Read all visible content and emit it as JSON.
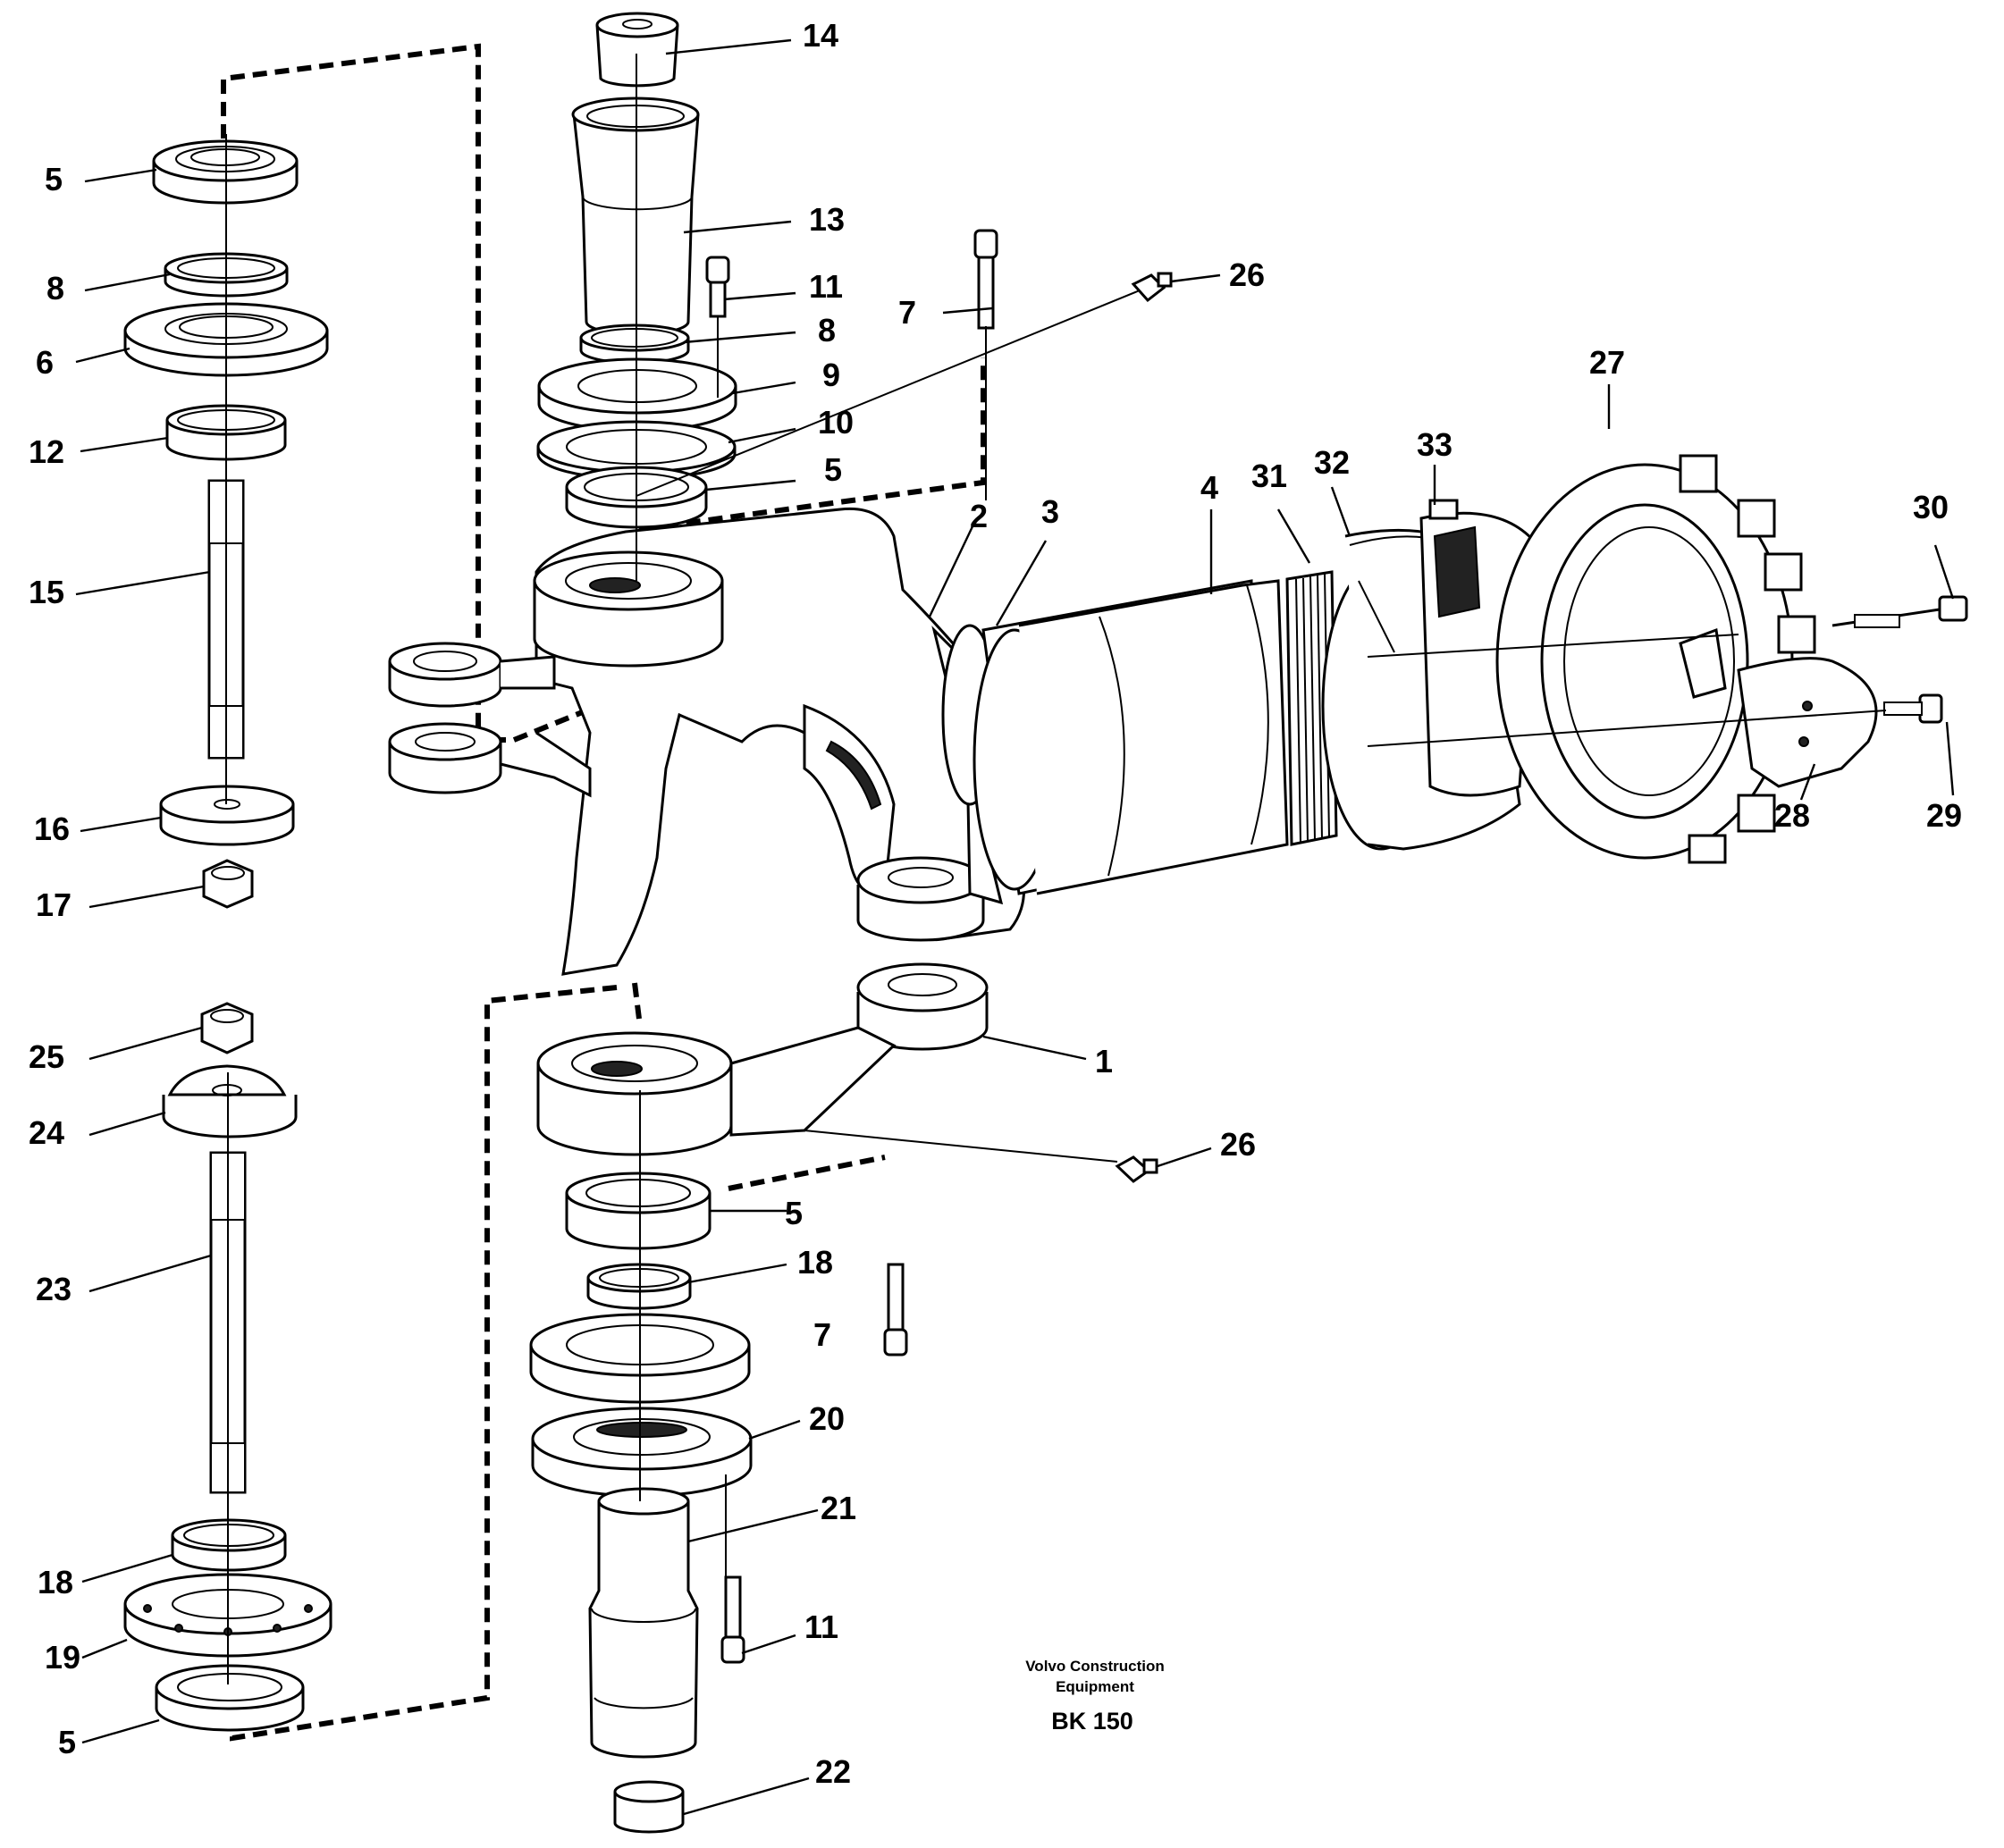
{
  "callouts": [
    {
      "id": "c1",
      "label": "1"
    },
    {
      "id": "c2",
      "label": "2"
    },
    {
      "id": "c3",
      "label": "3"
    },
    {
      "id": "c4",
      "label": "4"
    },
    {
      "id": "c5a",
      "label": "5"
    },
    {
      "id": "c5b",
      "label": "5"
    },
    {
      "id": "c5c",
      "label": "5"
    },
    {
      "id": "c5d",
      "label": "5"
    },
    {
      "id": "c6",
      "label": "6"
    },
    {
      "id": "c7a",
      "label": "7"
    },
    {
      "id": "c7b",
      "label": "7"
    },
    {
      "id": "c8a",
      "label": "8"
    },
    {
      "id": "c8b",
      "label": "8"
    },
    {
      "id": "c9",
      "label": "9"
    },
    {
      "id": "c10",
      "label": "10"
    },
    {
      "id": "c11a",
      "label": "11"
    },
    {
      "id": "c11b",
      "label": "11"
    },
    {
      "id": "c12",
      "label": "12"
    },
    {
      "id": "c13",
      "label": "13"
    },
    {
      "id": "c14",
      "label": "14"
    },
    {
      "id": "c15",
      "label": "15"
    },
    {
      "id": "c16",
      "label": "16"
    },
    {
      "id": "c17",
      "label": "17"
    },
    {
      "id": "c18a",
      "label": "18"
    },
    {
      "id": "c18b",
      "label": "18"
    },
    {
      "id": "c19",
      "label": "19"
    },
    {
      "id": "c20",
      "label": "20"
    },
    {
      "id": "c21",
      "label": "21"
    },
    {
      "id": "c22",
      "label": "22"
    },
    {
      "id": "c23",
      "label": "23"
    },
    {
      "id": "c24",
      "label": "24"
    },
    {
      "id": "c25",
      "label": "25"
    },
    {
      "id": "c26a",
      "label": "26"
    },
    {
      "id": "c26b",
      "label": "26"
    },
    {
      "id": "c27",
      "label": "27"
    },
    {
      "id": "c28",
      "label": "28"
    },
    {
      "id": "c29",
      "label": "29"
    },
    {
      "id": "c30",
      "label": "30"
    },
    {
      "id": "c31",
      "label": "31"
    },
    {
      "id": "c32",
      "label": "32"
    },
    {
      "id": "c33",
      "label": "33"
    }
  ],
  "caption": {
    "line1": "Volvo Construction",
    "line2": "Equipment",
    "code": "BK 150"
  }
}
